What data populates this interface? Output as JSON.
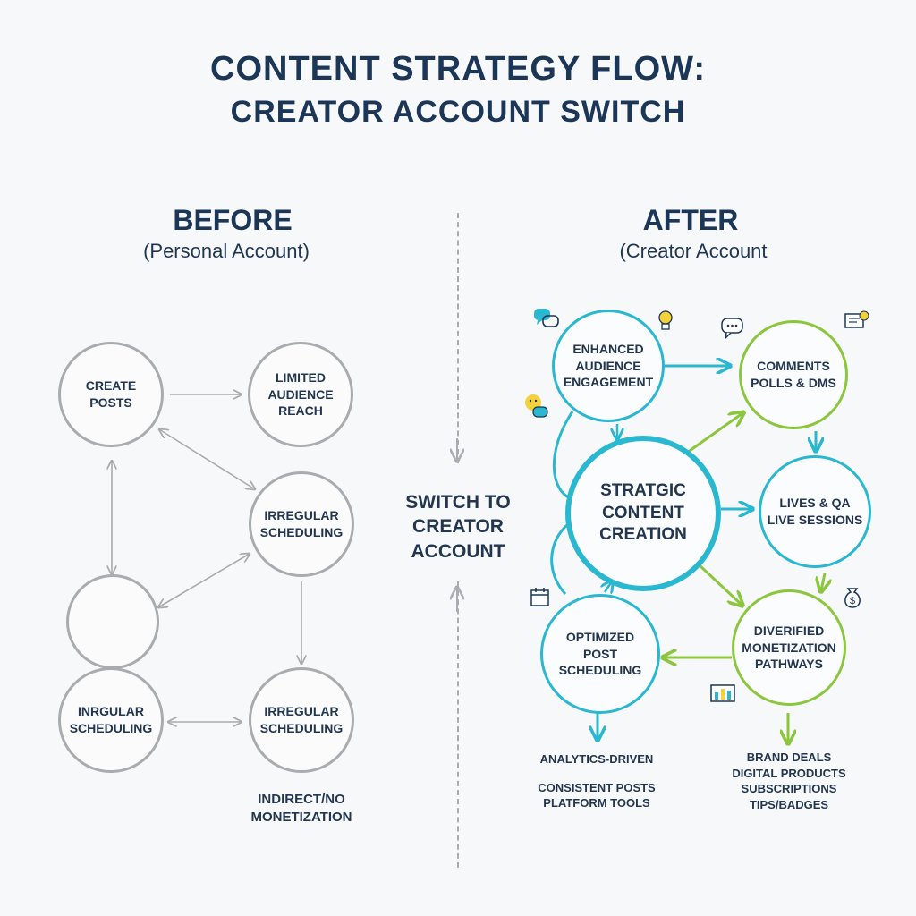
{
  "title": {
    "line1": "CONTENT STRATEGY FLOW:",
    "line2": "CREATOR ACCOUNT SWITCH"
  },
  "before": {
    "heading": "BEFORE",
    "subheading": "(Personal Account)",
    "nodes": {
      "create_posts": [
        "CREATE",
        "POSTS"
      ],
      "limited_reach": [
        "LIMITED",
        "AUDIENCE",
        "REACH"
      ],
      "irregular_1": [
        "IRREGULAR",
        "SCHEDULING"
      ],
      "blank": [],
      "irregular_2": [
        "INRGULAR",
        "SCHEDULING"
      ],
      "irregular_3": [
        "IRREGULAR",
        "SCHEDULING"
      ]
    },
    "note": [
      "INDIRECT/NO",
      "MONETIZATION"
    ]
  },
  "switch_label": [
    "SWITCH TO",
    "CREATOR",
    "ACCOUNT"
  ],
  "after": {
    "heading": "AFTER",
    "subheading": "(Creator Account",
    "nodes": {
      "engagement": [
        "ENHANCED",
        "AUDIENCE",
        "ENGAGEMENT"
      ],
      "comments": [
        "COMMENTS",
        "POLLS & DMS"
      ],
      "strategic": [
        "STRATGIC",
        "CONTENT",
        "CREATION"
      ],
      "lives": [
        "LIVES & QA",
        "LIVE SESSIONS"
      ],
      "scheduling": [
        "OPTIMIZED",
        "POST SCHEDULING"
      ],
      "monetization": [
        "DIVERIFIED",
        "MONETIZATION",
        "PATHWAYS"
      ]
    },
    "notes": {
      "analytics": [
        "ANALYTICS-DRIVEN",
        "",
        "CONSISTENT POSTS",
        "PLATFORM TOOLS"
      ],
      "revenue": [
        "BRAND DEALS",
        "DIGITAL PRODUCTS",
        "SUBSCRIPTIONS",
        "TIPS/BADGES"
      ]
    }
  },
  "colors": {
    "teal": "#2ab7d0",
    "green": "#8cc63f",
    "gray": "#a9acaf",
    "navy": "#1b3656"
  },
  "icons": [
    "chat-bubbles-icon",
    "lightbulb-icon",
    "speech-bubble-icon",
    "certificate-icon",
    "emoji-chat-icon",
    "calendar-icon",
    "money-bag-icon",
    "analytics-board-icon"
  ]
}
